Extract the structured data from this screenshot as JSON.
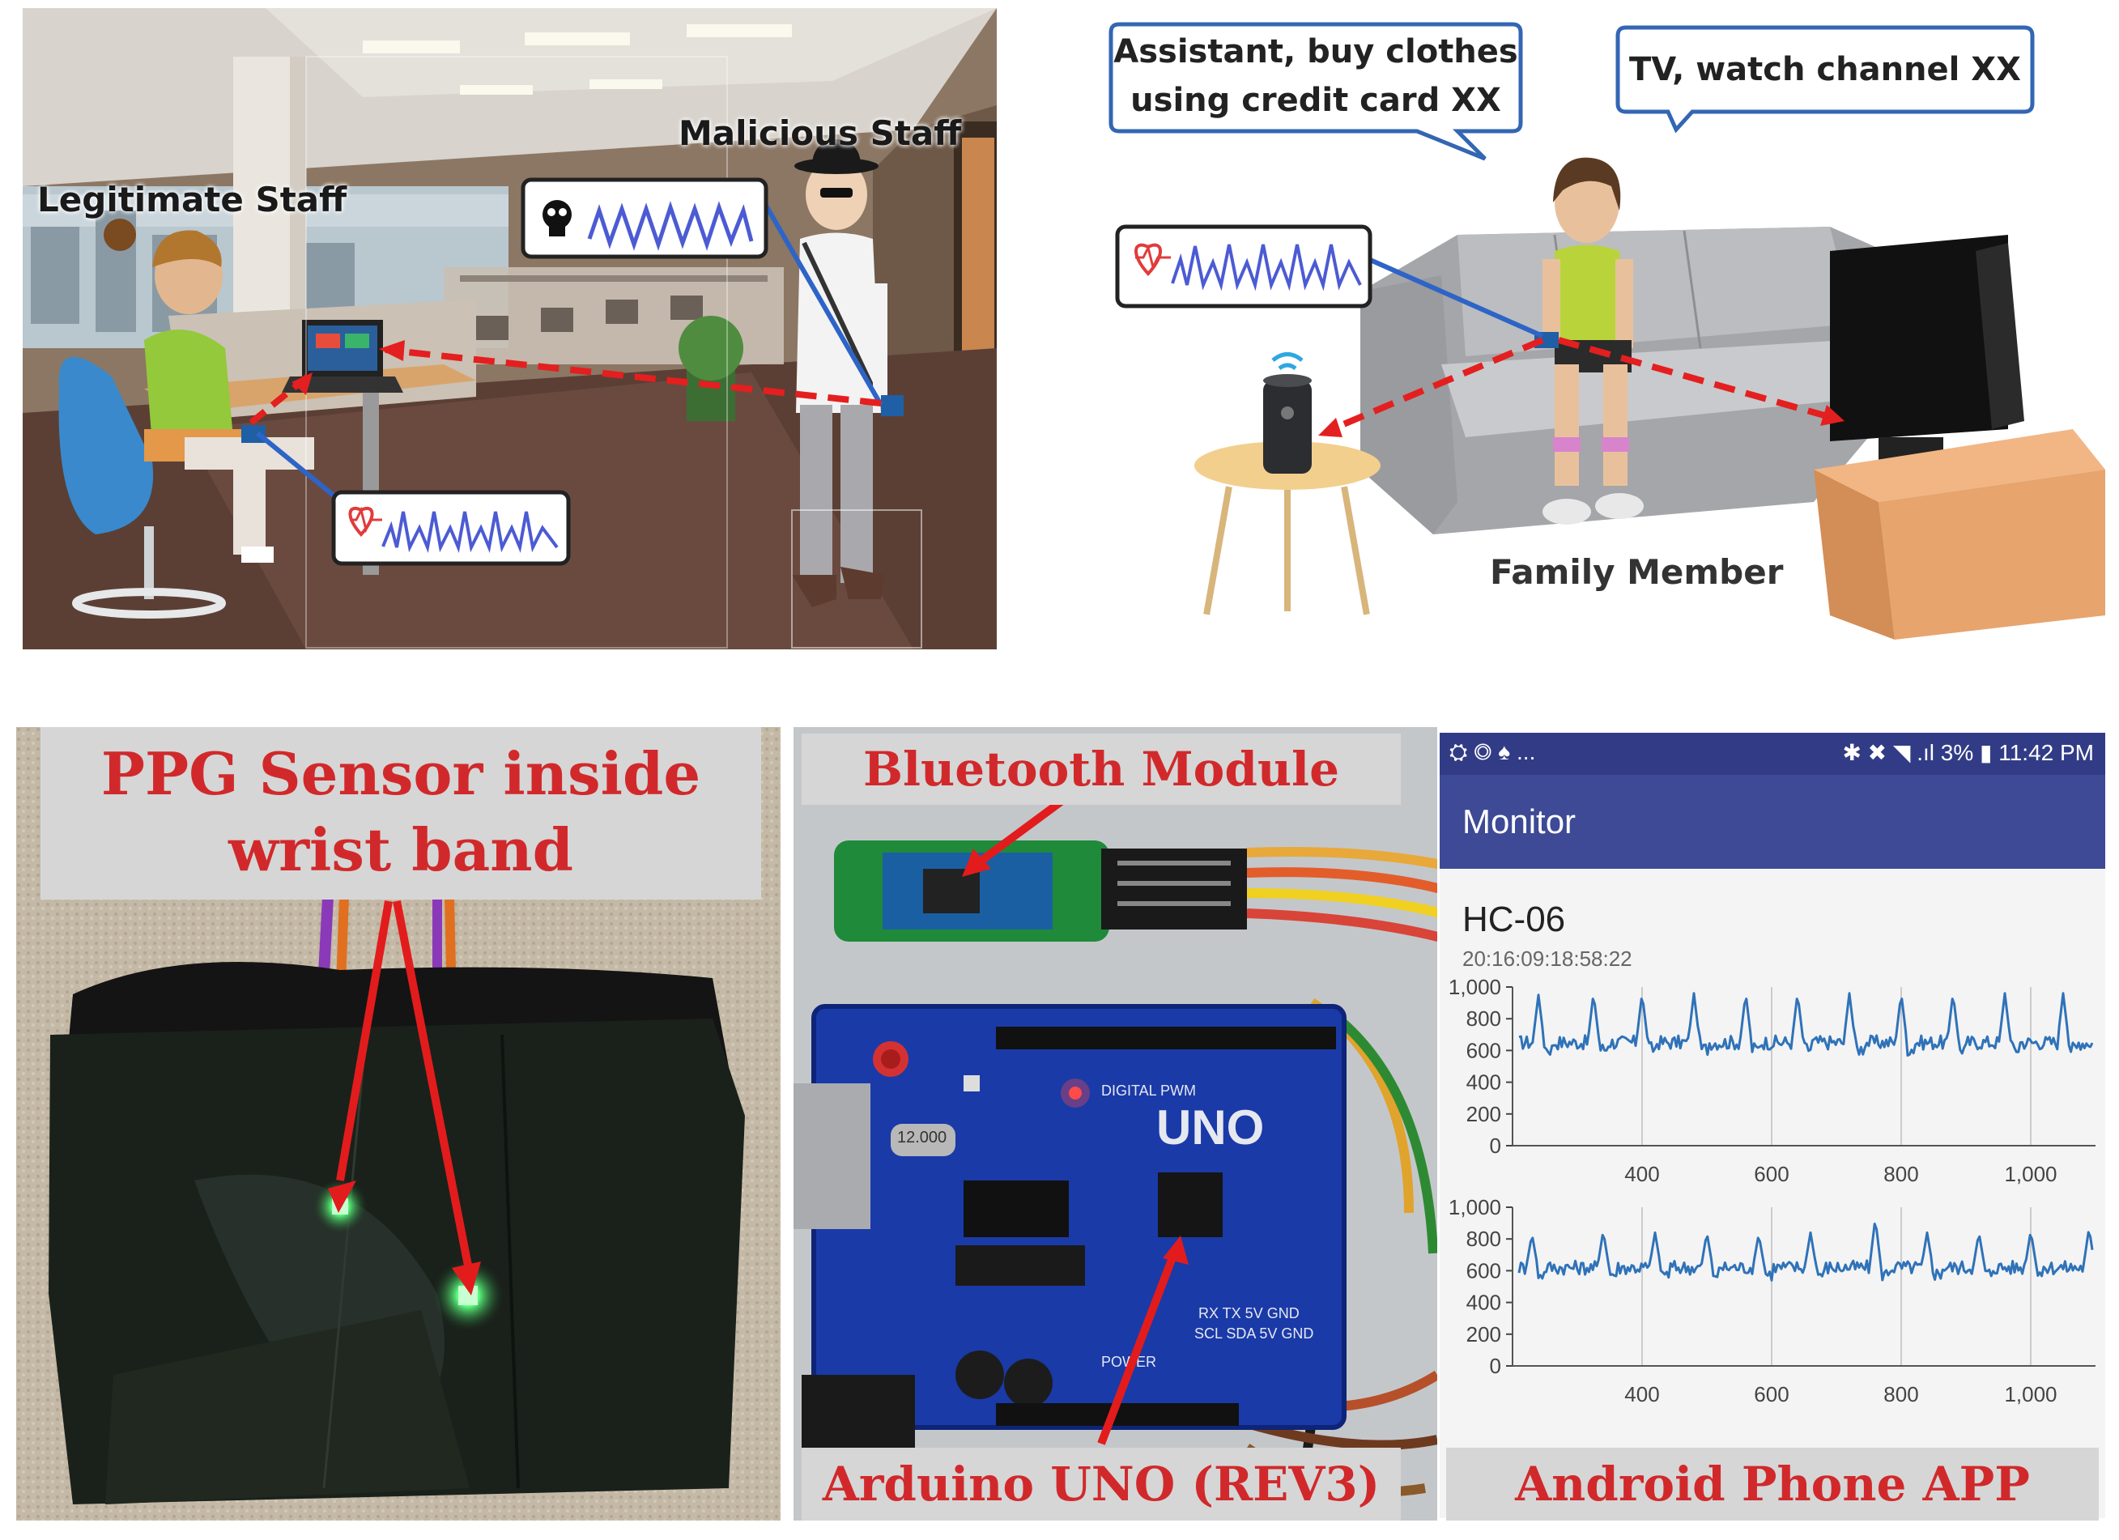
{
  "office": {
    "legit_label": "Legitimate Staff",
    "malicious_label": "Malicious Staff"
  },
  "home": {
    "bubble_left_line1": "Assistant, buy clothes",
    "bubble_left_line2": "using credit card XX",
    "bubble_right": "TV, watch channel XX",
    "family_label": "Family Member"
  },
  "wristband": {
    "caption_line1": "PPG Sensor inside",
    "caption_line2": "wrist band"
  },
  "arduino": {
    "bluetooth_caption": "Bluetooth Module",
    "board_caption": "Arduino UNO (REV3)",
    "board_name": "UNO",
    "crystal": "12.000"
  },
  "phone": {
    "status_left": "⛭ ◎ ♠ ...",
    "status_right": "✱ ✖ ◥ .ıl 3% ▮ 11:42 PM",
    "app_title": "Monitor",
    "device_name": "HC-06",
    "device_address": "20:16:09:18:58:22",
    "footer_caption": "Android Phone APP"
  },
  "colors": {
    "red_caption": "#d1292b",
    "app_bar": "#3e4a95",
    "status_bar": "#323c86",
    "signal_line": "#2f72b8",
    "dashed_arrow": "#e41f1f"
  },
  "chart_data": [
    {
      "type": "line",
      "title": "",
      "xlabel": "",
      "ylabel": "",
      "xlim": [
        200,
        1100
      ],
      "ylim": [
        0,
        1000
      ],
      "xticks": [
        400,
        600,
        800,
        1000
      ],
      "xtick_labels": [
        "400",
        "600",
        "800",
        "1,000"
      ],
      "yticks": [
        0,
        200,
        400,
        600,
        800,
        1000
      ],
      "ytick_labels": [
        "0",
        "200",
        "400",
        "600",
        "800",
        "1,000"
      ],
      "grid": true,
      "series": [
        {
          "baseline": 650,
          "peaks_x": [
            240,
            325,
            400,
            480,
            560,
            640,
            720,
            800,
            880,
            960,
            1050
          ],
          "peaks_y": [
            950,
            960,
            960,
            960,
            960,
            960,
            960,
            960,
            960,
            960,
            960
          ]
        }
      ]
    },
    {
      "type": "line",
      "title": "",
      "xlabel": "",
      "ylabel": "",
      "xlim": [
        200,
        1100
      ],
      "ylim": [
        0,
        1000
      ],
      "xticks": [
        400,
        600,
        800,
        1000
      ],
      "xtick_labels": [
        "400",
        "600",
        "800",
        "1,000"
      ],
      "yticks": [
        0,
        200,
        400,
        600,
        800,
        1000
      ],
      "ytick_labels": [
        "0",
        "200",
        "400",
        "600",
        "800",
        "1,000"
      ],
      "grid": true,
      "series": [
        {
          "baseline": 620,
          "peaks_x": [
            230,
            340,
            420,
            500,
            580,
            660,
            760,
            840,
            920,
            1000,
            1090
          ],
          "peaks_y": [
            830,
            850,
            840,
            840,
            830,
            840,
            930,
            840,
            840,
            850,
            870
          ]
        }
      ]
    }
  ]
}
